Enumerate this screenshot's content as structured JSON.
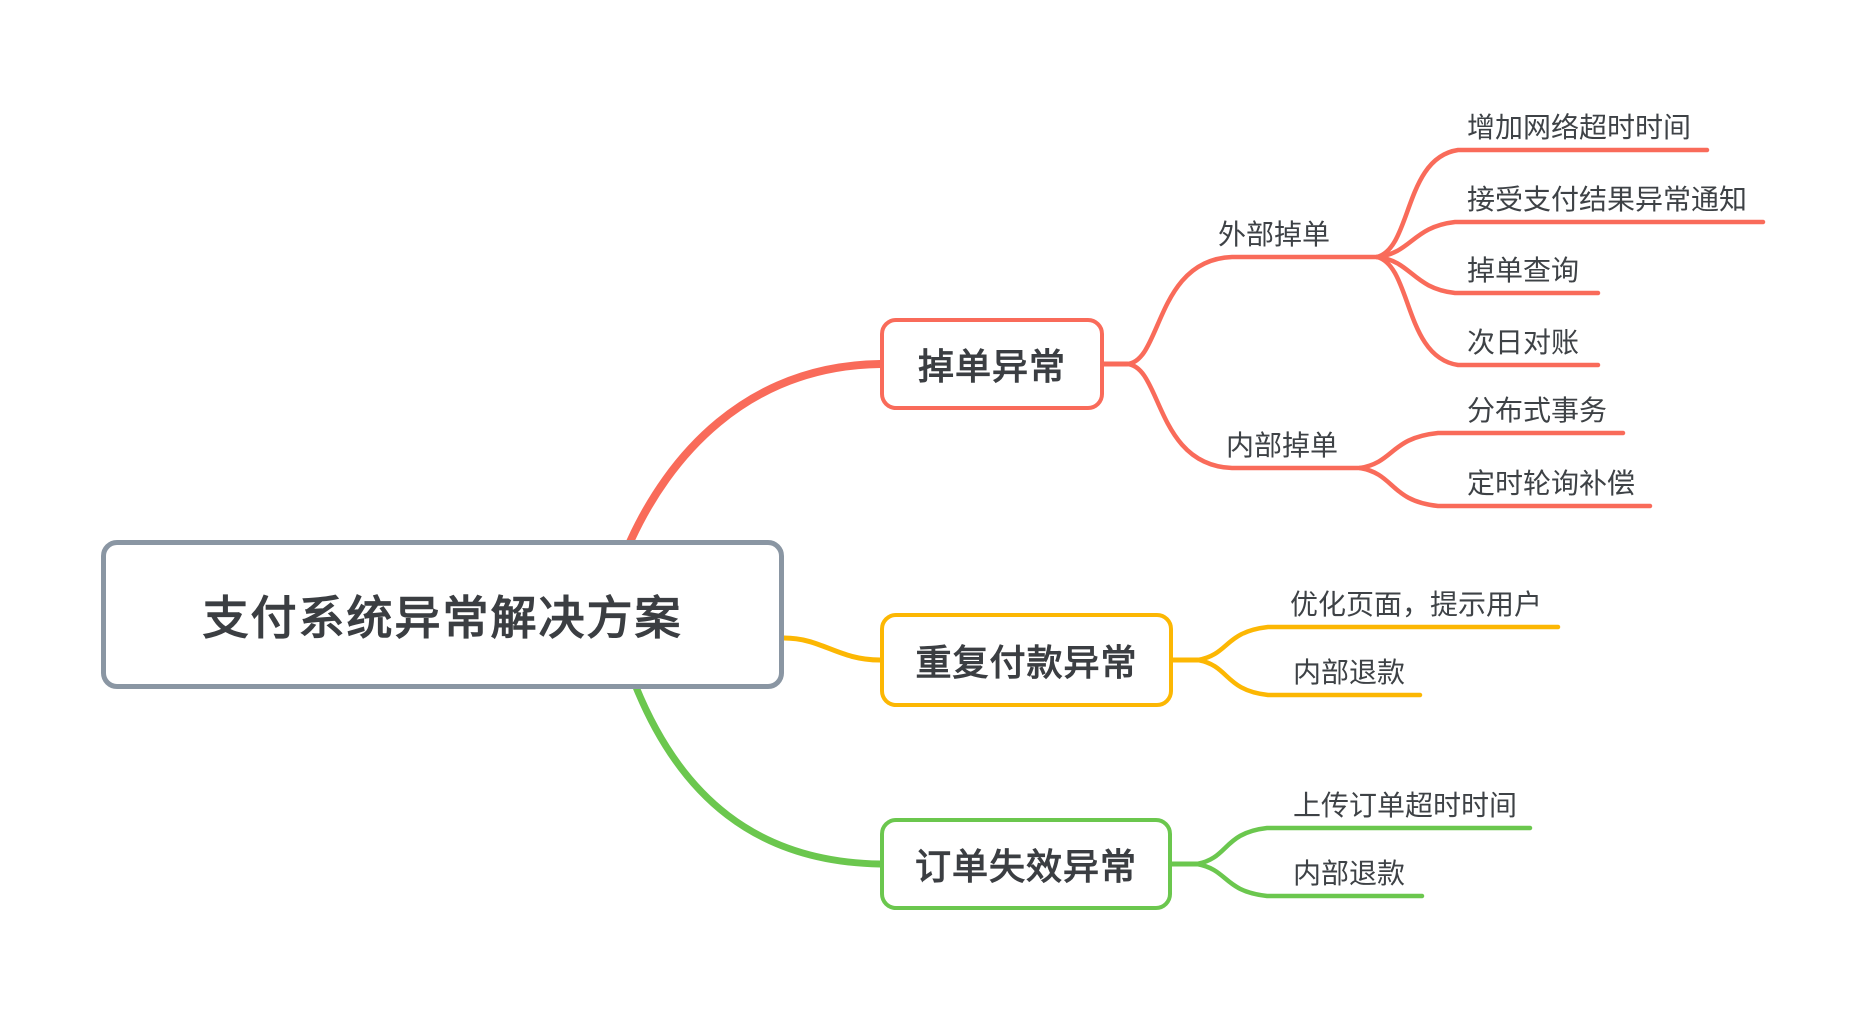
{
  "colors": {
    "red": "#F96B5A",
    "yellow": "#FCB703",
    "green": "#6BC74E",
    "gray": "#8A96A3",
    "text": "#3B3E42",
    "label": "#3E4246"
  },
  "root": {
    "label": "支付系统异常解决方案"
  },
  "branches": [
    {
      "label": "掉单异常",
      "color": "#F96B5A",
      "groups": [
        {
          "label": "外部掉单",
          "items": [
            "增加网络超时时间",
            "接受支付结果异常通知",
            "掉单查询",
            "次日对账"
          ]
        },
        {
          "label": "内部掉单",
          "items": [
            "分布式事务",
            "定时轮询补偿"
          ]
        }
      ]
    },
    {
      "label": "重复付款异常",
      "color": "#FCB703",
      "items": [
        "优化页面，提示用户",
        "内部退款"
      ]
    },
    {
      "label": "订单失效异常",
      "color": "#6BC74E",
      "items": [
        "上传订单超时时间",
        "内部退款"
      ]
    }
  ]
}
